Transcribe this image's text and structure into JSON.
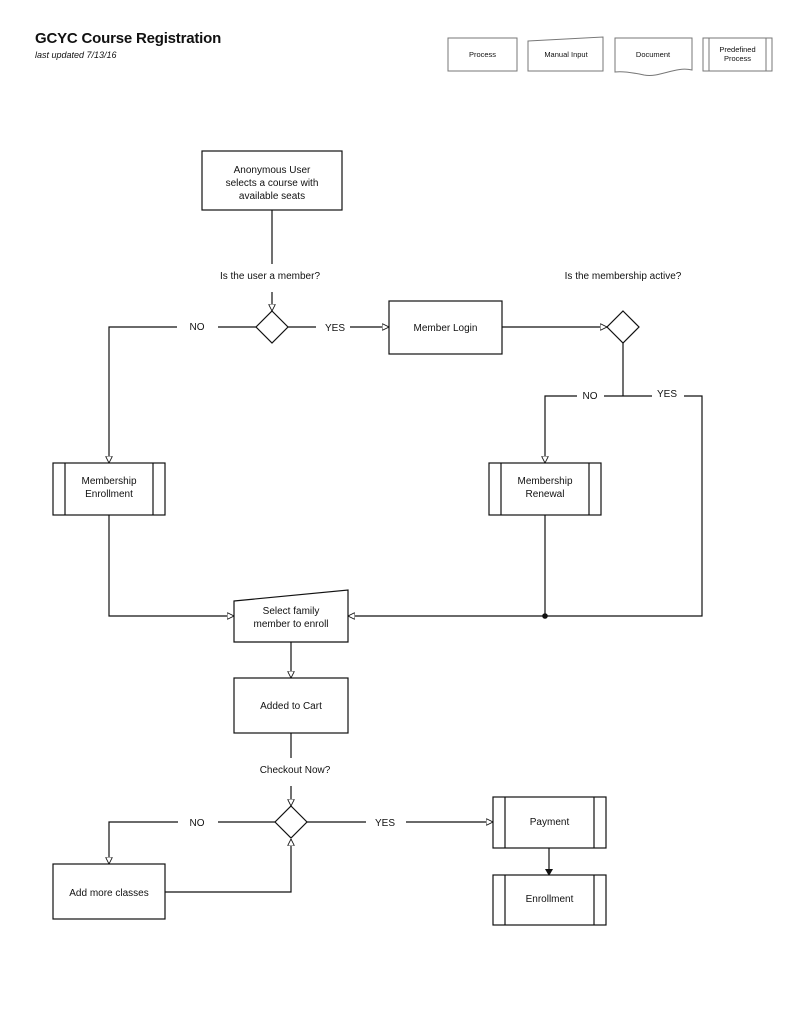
{
  "header": {
    "title": "GCYC Course Registration",
    "subtitle": "last updated 7/13/16"
  },
  "legend": {
    "process": "Process",
    "manual_input": "Manual Input",
    "document": "Document",
    "predefined_process": [
      "Predefined",
      "Process"
    ]
  },
  "nodes": {
    "start": [
      "Anonymous User",
      "selects a course with",
      "available seats"
    ],
    "member_login": [
      "Member Login"
    ],
    "membership_enrollment": [
      "Membership",
      "Enrollment"
    ],
    "membership_renewal": [
      "Membership",
      "Renewal"
    ],
    "select_family": [
      "Select family",
      "member to enroll"
    ],
    "added_to_cart": [
      "Added to Cart"
    ],
    "add_more_classes": [
      "Add more classes"
    ],
    "payment": [
      "Payment"
    ],
    "enrollment": [
      "Enrollment"
    ]
  },
  "questions": {
    "is_member": "Is the user a member?",
    "membership_active": "Is the membership active?",
    "checkout_now": "Checkout Now?"
  },
  "edge_labels": {
    "member_no": "NO",
    "member_yes": "YES",
    "active_no": "NO",
    "active_yes": "YES",
    "checkout_no": "NO",
    "checkout_yes": "YES"
  }
}
